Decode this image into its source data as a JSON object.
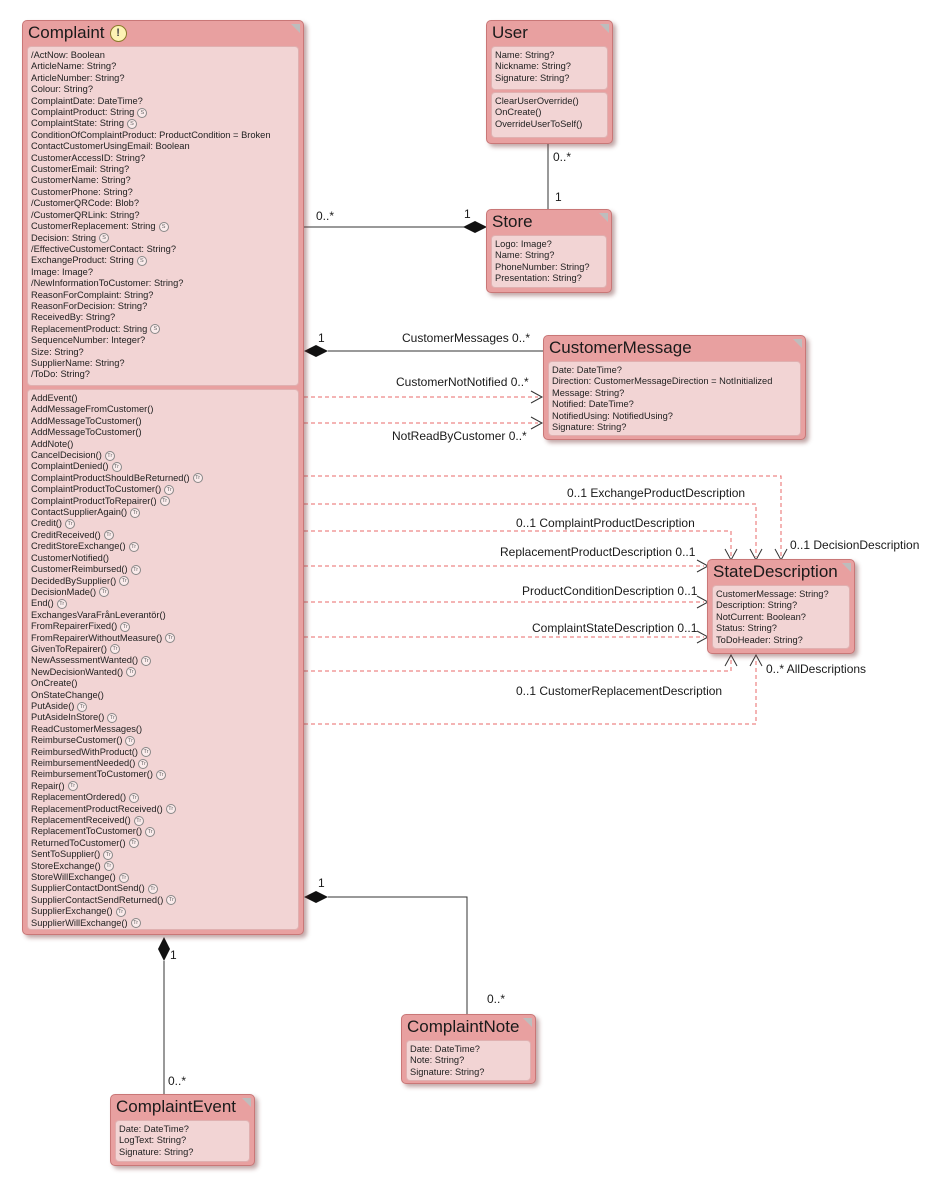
{
  "classes": {
    "complaint": {
      "name": "Complaint",
      "warning_icon": "exclamation-icon",
      "attributes": [
        {
          "text": "/ActNow: Boolean",
          "s": false
        },
        {
          "text": "ArticleName: String?",
          "s": false
        },
        {
          "text": "ArticleNumber: String?",
          "s": false
        },
        {
          "text": "Colour: String?",
          "s": false
        },
        {
          "text": "ComplaintDate: DateTime?",
          "s": false
        },
        {
          "text": "ComplaintProduct: String",
          "s": true
        },
        {
          "text": "ComplaintState: String",
          "s": true
        },
        {
          "text": "ConditionOfComplaintProduct: ProductCondition = Broken",
          "s": false
        },
        {
          "text": "ContactCustomerUsingEmail: Boolean",
          "s": false
        },
        {
          "text": "CustomerAccessID: String?",
          "s": false
        },
        {
          "text": "CustomerEmail: String?",
          "s": false
        },
        {
          "text": "CustomerName: String?",
          "s": false
        },
        {
          "text": "CustomerPhone: String?",
          "s": false
        },
        {
          "text": "/CustomerQRCode: Blob?",
          "s": false
        },
        {
          "text": "/CustomerQRLink: String?",
          "s": false
        },
        {
          "text": "CustomerReplacement: String",
          "s": true
        },
        {
          "text": "Decision: String",
          "s": true
        },
        {
          "text": "/EffectiveCustomerContact: String?",
          "s": false
        },
        {
          "text": "ExchangeProduct: String",
          "s": true
        },
        {
          "text": "Image: Image?",
          "s": false
        },
        {
          "text": "/NewInformationToCustomer: String?",
          "s": false
        },
        {
          "text": "ReasonForComplaint: String?",
          "s": false
        },
        {
          "text": "ReasonForDecision: String?",
          "s": false
        },
        {
          "text": "ReceivedBy: String?",
          "s": false
        },
        {
          "text": "ReplacementProduct: String",
          "s": true
        },
        {
          "text": "SequenceNumber: Integer?",
          "s": false
        },
        {
          "text": "Size: String?",
          "s": false
        },
        {
          "text": "SupplierName: String?",
          "s": false
        },
        {
          "text": "/ToDo: String?",
          "s": false
        }
      ],
      "methods": [
        {
          "text": "AddEvent()",
          "tr": false
        },
        {
          "text": "AddMessageFromCustomer()",
          "tr": false
        },
        {
          "text": "AddMessageToCustomer()",
          "tr": false
        },
        {
          "text": "AddMessageToCustomer()",
          "tr": false
        },
        {
          "text": "AddNote()",
          "tr": false
        },
        {
          "text": "CancelDecision()",
          "tr": true
        },
        {
          "text": "ComplaintDenied()",
          "tr": true
        },
        {
          "text": "ComplaintProductShouldBeReturned()",
          "tr": true
        },
        {
          "text": "ComplaintProductToCustomer()",
          "tr": true
        },
        {
          "text": "ComplaintProductToRepairer()",
          "tr": true
        },
        {
          "text": "ContactSupplierAgain()",
          "tr": true
        },
        {
          "text": "Credit()",
          "tr": true
        },
        {
          "text": "CreditReceived()",
          "tr": true
        },
        {
          "text": "CreditStoreExchange()",
          "tr": true
        },
        {
          "text": "CustomerNotified()",
          "tr": false
        },
        {
          "text": "CustomerReimbursed()",
          "tr": true
        },
        {
          "text": "DecidedBySupplier()",
          "tr": true
        },
        {
          "text": "DecisionMade()",
          "tr": true
        },
        {
          "text": "End()",
          "tr": true
        },
        {
          "text": "ExchangesVaraFrånLeverantör()",
          "tr": false
        },
        {
          "text": "FromRepairerFixed()",
          "tr": true
        },
        {
          "text": "FromRepairerWithoutMeasure()",
          "tr": true
        },
        {
          "text": "GivenToRepairer()",
          "tr": true
        },
        {
          "text": "NewAssessmentWanted()",
          "tr": true
        },
        {
          "text": "NewDecisionWanted()",
          "tr": true
        },
        {
          "text": "OnCreate()",
          "tr": false
        },
        {
          "text": "OnStateChange()",
          "tr": false
        },
        {
          "text": "PutAside()",
          "tr": true
        },
        {
          "text": "PutAsideInStore()",
          "tr": true
        },
        {
          "text": "ReadCustomerMessages()",
          "tr": false
        },
        {
          "text": "ReimburseCustomer()",
          "tr": true
        },
        {
          "text": "ReimbursedWithProduct()",
          "tr": true
        },
        {
          "text": "ReimbursementNeeded()",
          "tr": true
        },
        {
          "text": "ReimbursementToCustomer()",
          "tr": true
        },
        {
          "text": "Repair()",
          "tr": true
        },
        {
          "text": "ReplacementOrdered()",
          "tr": true
        },
        {
          "text": "ReplacementProductReceived()",
          "tr": true
        },
        {
          "text": "ReplacementReceived()",
          "tr": true
        },
        {
          "text": "ReplacementToCustomer()",
          "tr": true
        },
        {
          "text": "ReturnedToCustomer()",
          "tr": true
        },
        {
          "text": "SentToSupplier()",
          "tr": true
        },
        {
          "text": "StoreExchange()",
          "tr": true
        },
        {
          "text": "StoreWillExchange()",
          "tr": true
        },
        {
          "text": "SupplierContactDontSend()",
          "tr": true
        },
        {
          "text": "SupplierContactSendReturned()",
          "tr": true
        },
        {
          "text": "SupplierExchange()",
          "tr": true
        },
        {
          "text": "SupplierWillExchange()",
          "tr": true
        }
      ]
    },
    "user": {
      "name": "User",
      "attributes": [
        "Name: String?",
        "Nickname: String?",
        "Signature: String?"
      ],
      "methods": [
        "ClearUserOverride()",
        "OnCreate()",
        "OverrideUserToSelf()"
      ]
    },
    "store": {
      "name": "Store",
      "attributes": [
        "Logo: Image?",
        "Name: String?",
        "PhoneNumber: String?",
        "Presentation: String?"
      ]
    },
    "customer_message": {
      "name": "CustomerMessage",
      "attributes": [
        "Date: DateTime?",
        "Direction: CustomerMessageDirection = NotInitialized",
        "Message: String?",
        "Notified: DateTime?",
        "NotifiedUsing: NotifiedUsing?",
        "Signature: String?"
      ]
    },
    "state_description": {
      "name": "StateDescription",
      "attributes": [
        "CustomerMessage: String?",
        "Description: String?",
        "NotCurrent: Boolean?",
        "Status: String?",
        "ToDoHeader: String?"
      ]
    },
    "complaint_note": {
      "name": "ComplaintNote",
      "attributes": [
        "Date: DateTime?",
        "Note: String?",
        "Signature: String?"
      ]
    },
    "complaint_event": {
      "name": "ComplaintEvent",
      "attributes": [
        "Date: DateTime?",
        "LogText: String?",
        "Signature: String?"
      ]
    }
  },
  "markers": {
    "tagged_value": "Tr",
    "static": "S",
    "warning": "!"
  },
  "associations": {
    "user_store": {
      "user_mult": "0..*",
      "store_mult": "1"
    },
    "complaint_store": {
      "complaint_mult": "0..*",
      "store_mult": "1"
    },
    "complaint_messages": {
      "owner_mult": "1",
      "role": "CustomerMessages 0..*"
    },
    "not_notified": {
      "role": "CustomerNotNotified 0..*"
    },
    "not_read": {
      "role": "NotReadByCustomer 0..*"
    },
    "exchange_desc": {
      "role": "0..1 ExchangeProductDescription"
    },
    "complaint_product_desc": {
      "role": "0..1 ComplaintProductDescription"
    },
    "decision_desc": {
      "role": "0..1 DecisionDescription"
    },
    "replacement_desc": {
      "role": "ReplacementProductDescription 0..1"
    },
    "condition_desc": {
      "role": "ProductConditionDescription 0..1"
    },
    "state_desc": {
      "role": "ComplaintStateDescription 0..1"
    },
    "all_desc": {
      "role": "0..* AllDescriptions"
    },
    "customer_replacement_desc": {
      "role": "0..1 CustomerReplacementDescription"
    },
    "complaint_note": {
      "owner_mult": "1",
      "note_mult": "0..*"
    },
    "complaint_event": {
      "owner_mult": "1",
      "event_mult": "0..*"
    }
  },
  "colors": {
    "class_header": "#e8a0a0",
    "class_body": "#f2d4d4",
    "derived_link": "#e86a6a",
    "association_line": "#1a1a1a"
  }
}
